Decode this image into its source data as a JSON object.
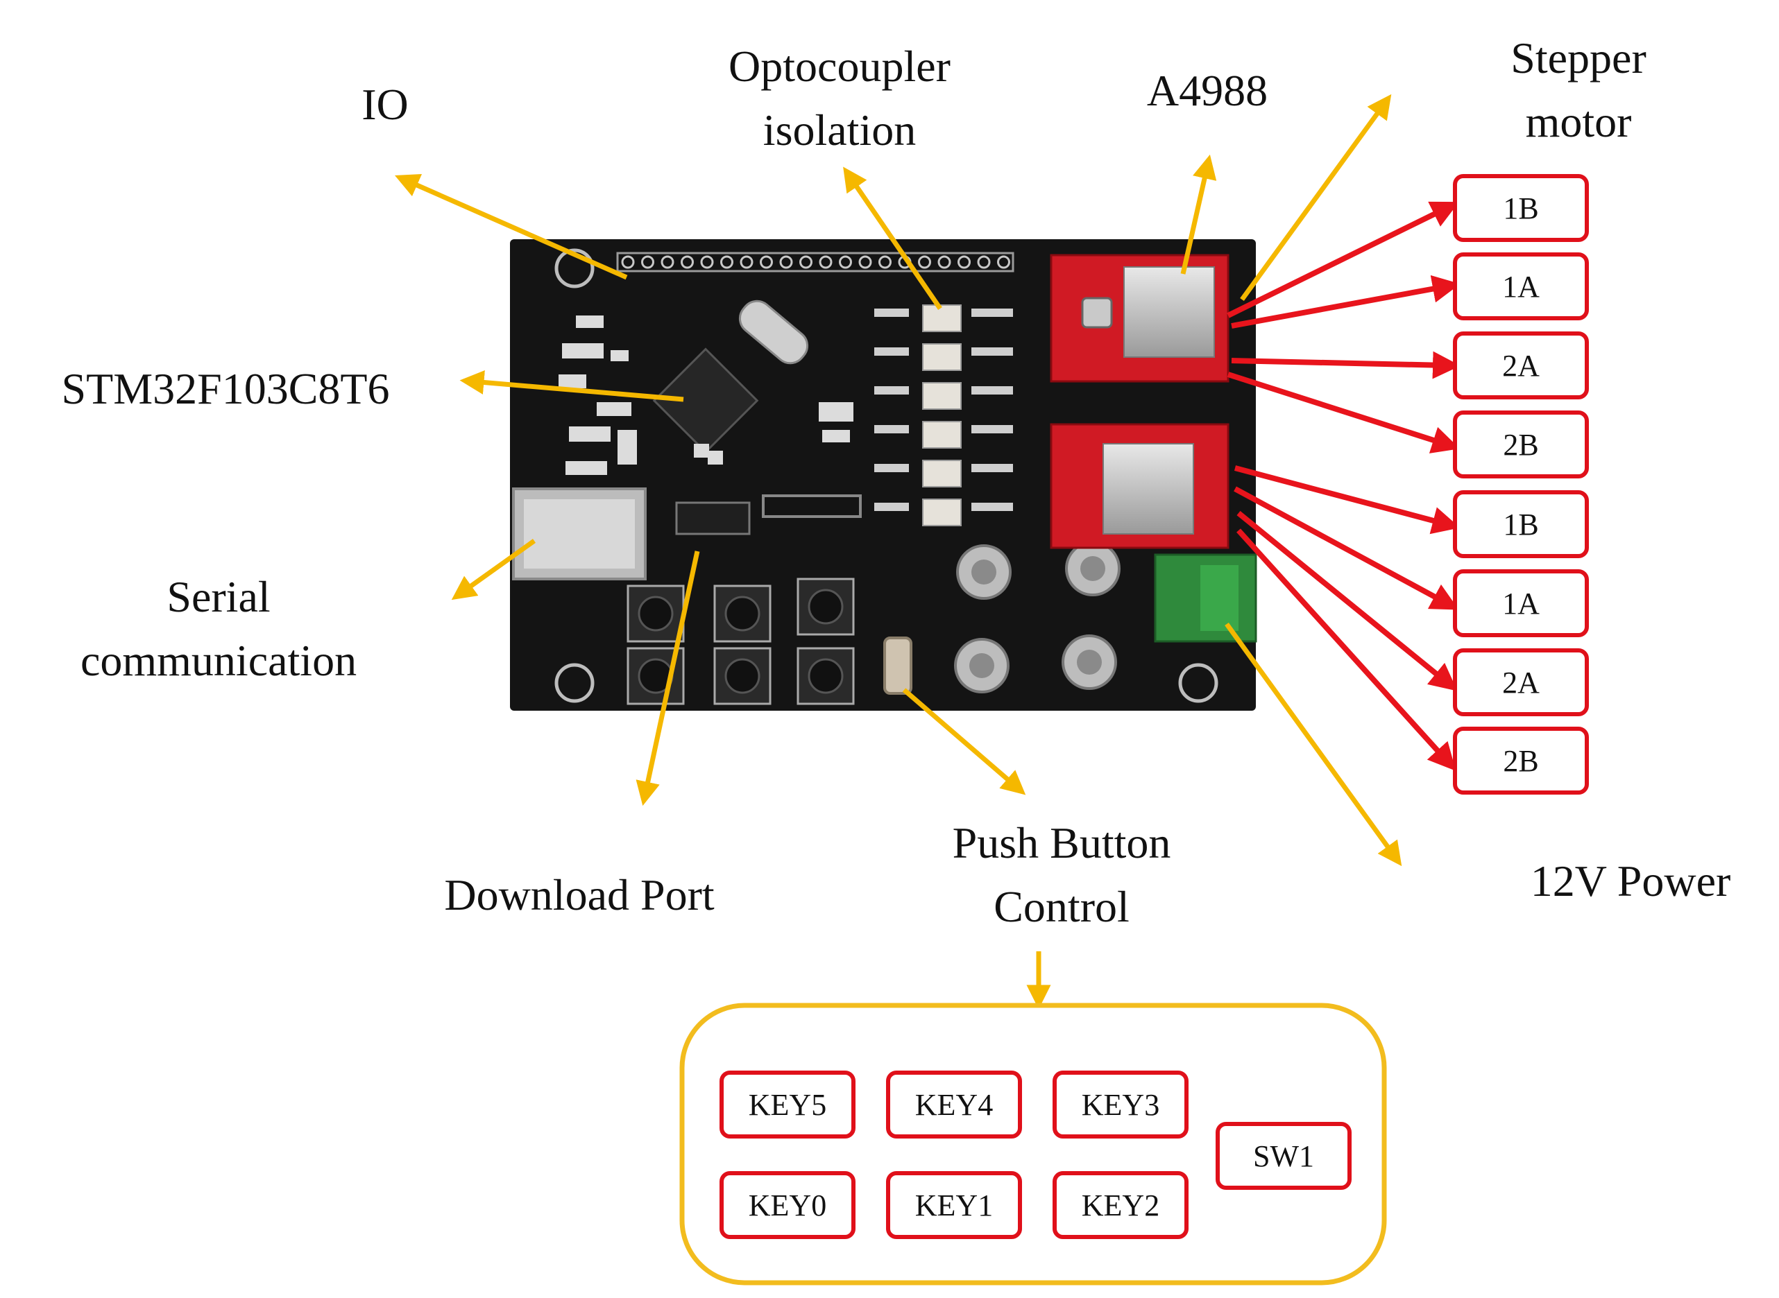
{
  "labels": {
    "io": "IO",
    "optocoupler": [
      "Optocoupler",
      "isolation"
    ],
    "a4988": "A4988",
    "stepper_motor": [
      "Stepper",
      "motor"
    ],
    "mcu": "STM32F103C8T6",
    "serial": [
      "Serial",
      "communication"
    ],
    "download_port": "Download Port",
    "push_button": [
      "Push Button",
      "Control"
    ],
    "power": "12V Power"
  },
  "motor_pins": [
    "1B",
    "1A",
    "2A",
    "2B",
    "1B",
    "1A",
    "2A",
    "2B"
  ],
  "keys": [
    "KEY5",
    "KEY4",
    "KEY3",
    "KEY0",
    "KEY1",
    "KEY2",
    "SW1"
  ],
  "colors": {
    "arrow_yellow": "#F5B800",
    "arrow_red": "#E8141C",
    "box_red": "#E0101A",
    "panel_yellow": "#F2BC1E",
    "board": "#141414"
  }
}
